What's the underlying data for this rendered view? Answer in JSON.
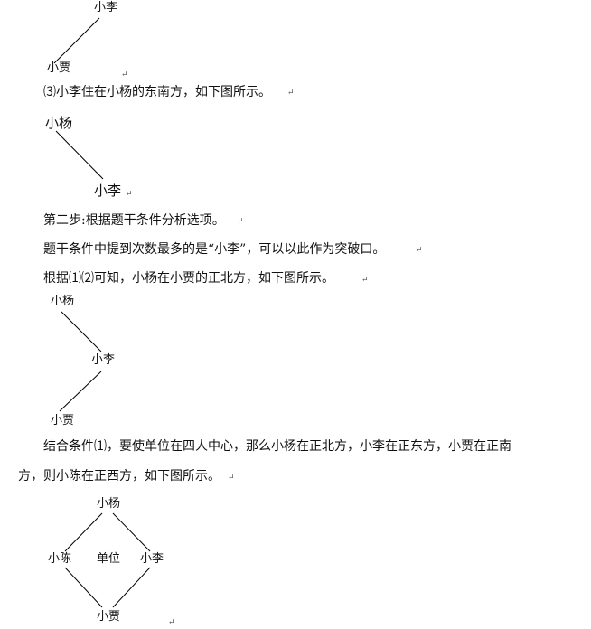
{
  "fig1": {
    "top": "小李",
    "bottom": "小贾"
  },
  "step3": "⑶小李住在小杨的东南方，如下图所示。",
  "fig2": {
    "top": "小杨",
    "bottom": "小李"
  },
  "step2_heading": "第二步:根据题干条件分析选项。",
  "para1": "题干条件中提到次数最多的是“小李”，可以以此作为突破口。",
  "para2": "根据⑴⑵可知，小杨在小贾的正北方，如下图所示。",
  "fig3": {
    "top": "小杨",
    "middle": "小李",
    "bottom": "小贾"
  },
  "para3_line1": "结合条件⑴，要使单位在四人中心，那么小杨在正北方，小李在正东方，小贾在正南",
  "para3_line2": "方，则小陈在正西方，如下图所示。",
  "fig4": {
    "north": "小杨",
    "west": "小陈",
    "center": "单位",
    "east": "小李",
    "south": "小贾"
  },
  "paragraph_mark": "↵"
}
